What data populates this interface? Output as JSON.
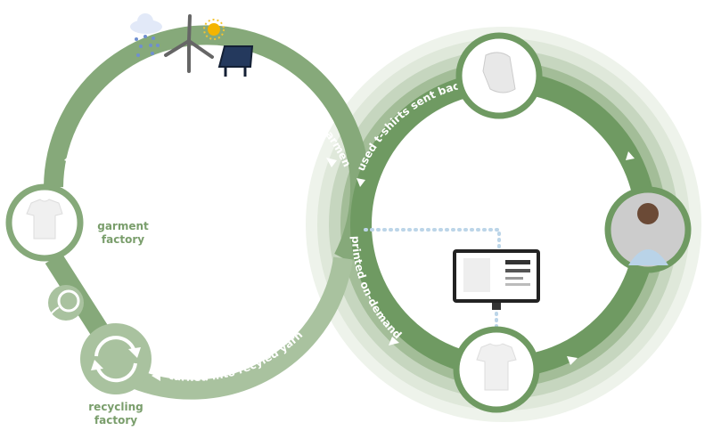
{
  "labels": {
    "organic": "organic cotton garments",
    "sent_back": "used t-shirts sent back",
    "printed": "printed on-demand",
    "recycled": "turned into recyled yarn"
  },
  "nodes": {
    "garment_factory": [
      "garment",
      "factory"
    ],
    "recycling_factory": [
      "recycling",
      "factory"
    ]
  },
  "icons": [
    "rain-cloud-icon",
    "wind-turbine-icon",
    "sun-icon",
    "solar-panel-icon",
    "tshirt-icon",
    "yarn-icon",
    "recycle-icon",
    "crumpled-shirt-icon",
    "person-photo",
    "monitor-icon"
  ],
  "colors": {
    "left_loop": "#86a97a",
    "left_loop_light": "#a9c29f",
    "right_loop": "#6f9a62",
    "halo1": "#a3bd98",
    "halo2": "#c6d6bf",
    "halo3": "#e4ece0"
  }
}
